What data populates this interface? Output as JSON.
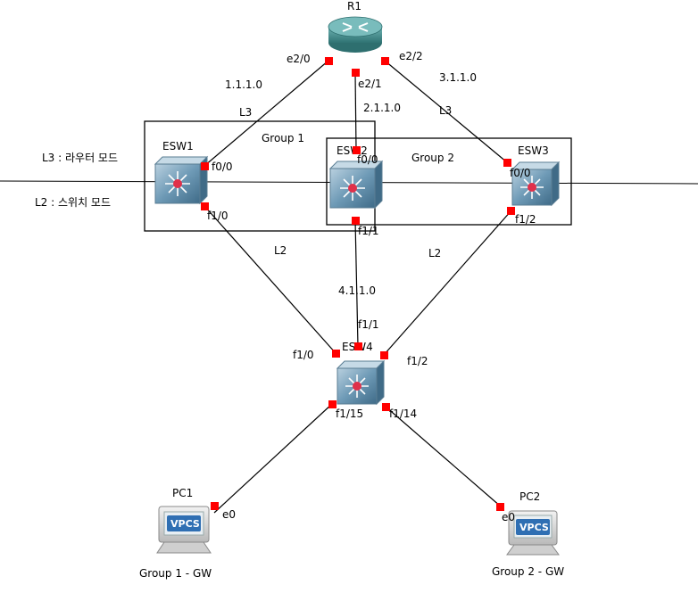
{
  "devices": {
    "r1": {
      "label": "R1"
    },
    "esw1": {
      "label": "ESW1"
    },
    "esw2": {
      "label": "ESW2"
    },
    "esw3": {
      "label": "ESW3"
    },
    "esw4": {
      "label": "ESW4"
    },
    "pc1": {
      "label": "PC1",
      "badge": "VPCS"
    },
    "pc2": {
      "label": "PC2",
      "badge": "VPCS"
    }
  },
  "interfaces": {
    "r1_e20": "e2/0",
    "r1_e21": "e2/1",
    "r1_e22": "e2/2",
    "esw1_f00": "f0/0",
    "esw1_f10": "f1/0",
    "esw2_f00": "f0/0",
    "esw2_f11": "f1/1",
    "esw3_f00": "f0/0",
    "esw3_f12": "f1/2",
    "esw4_f11": "f1/1",
    "esw4_f10": "f1/0",
    "esw4_f12": "f1/2",
    "esw4_f115": "f1/15",
    "esw4_f114": "f1/14",
    "pc1_e0": "e0",
    "pc2_e0": "e0"
  },
  "networks": {
    "net1": "1.1.1.0",
    "net2": "2.1.1.0",
    "net3": "3.1.1.0",
    "net4": "4.1.1.0"
  },
  "layer_tags": {
    "l3_left": "L3",
    "l3_right": "L3",
    "l2_left": "L2",
    "l2_right": "L2"
  },
  "groups": {
    "group1": "Group 1",
    "group2": "Group 2"
  },
  "notes": {
    "l3_mode": "L3 : 라우터 모드",
    "l2_mode": "L2 : 스위치 모드",
    "pc1_caption": "Group 1 - GW",
    "pc2_caption": "Group 2 - GW"
  },
  "colors": {
    "link": "#000000",
    "port": "#ff0000",
    "switch_fill": "#5f8fae",
    "router_fill": "#3f8d8d"
  }
}
